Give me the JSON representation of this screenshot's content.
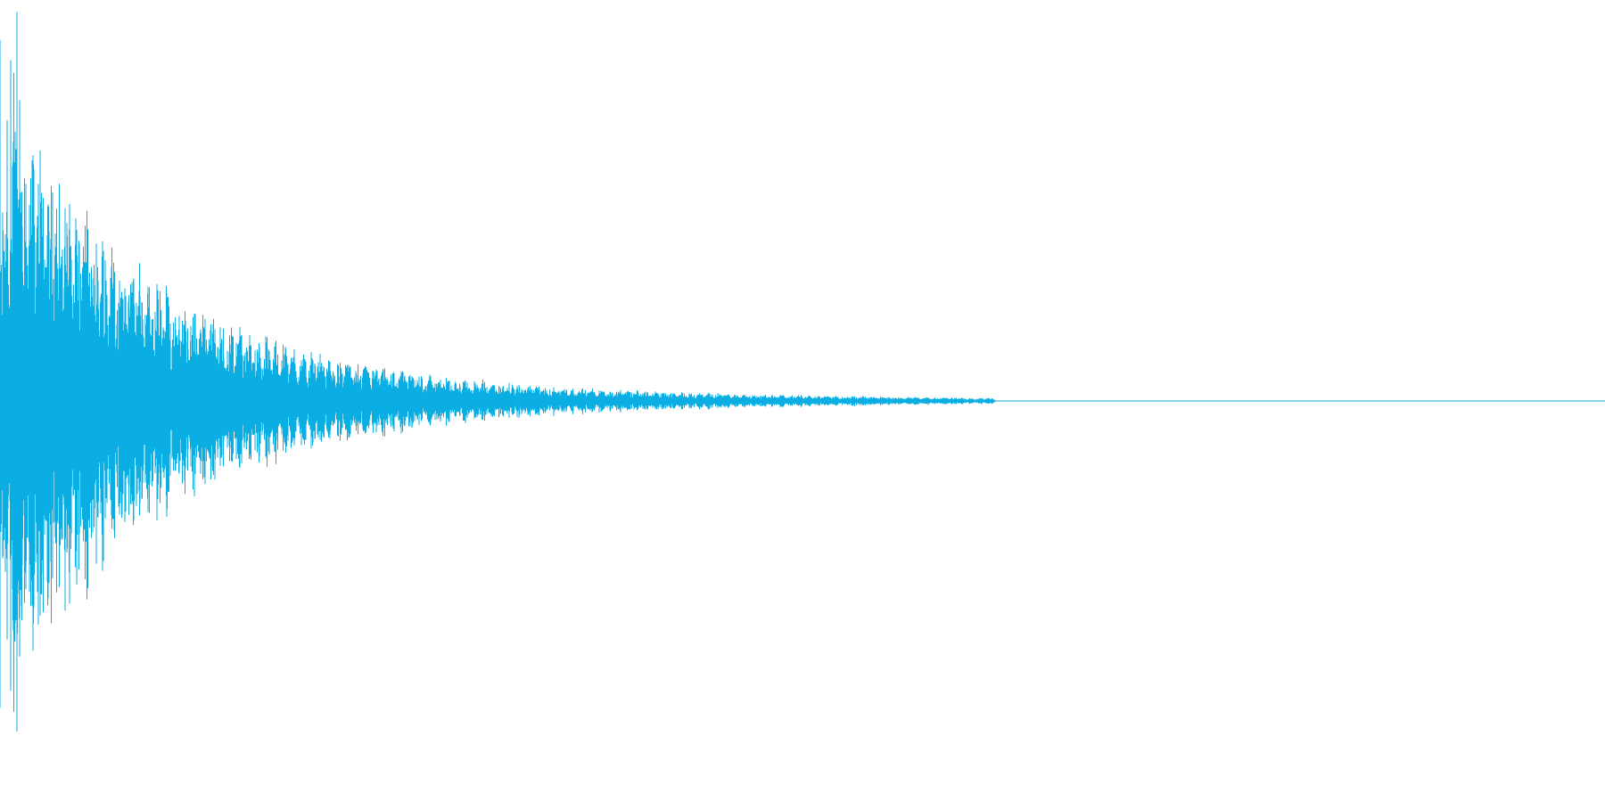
{
  "waveform": {
    "color": "#0aaee3",
    "background": "#ffffff",
    "description_level": {
      "peak_amplitude": 0.95,
      "decay": "exponential",
      "active_fraction": 0.62
    }
  }
}
